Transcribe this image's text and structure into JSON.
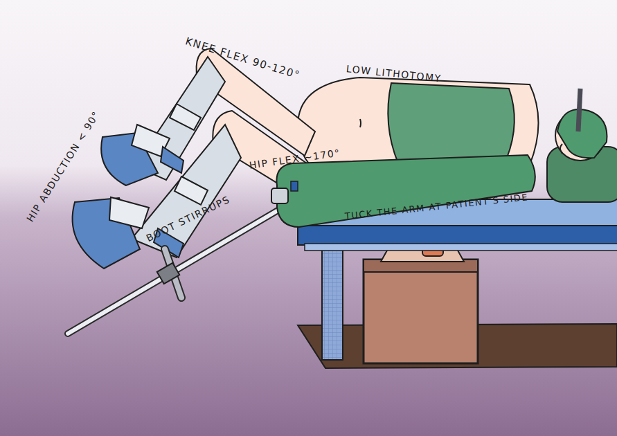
{
  "diagram": {
    "labels": [
      "KNEE FLEX 90-120°",
      "HIP ABDUCTION < 90°",
      "LOW LITHOTOMY",
      "HIP FLEX ~170°",
      "BOOT STIRRUPS",
      "TUCK THE ARM AT PATIENT'S SIDE"
    ]
  }
}
